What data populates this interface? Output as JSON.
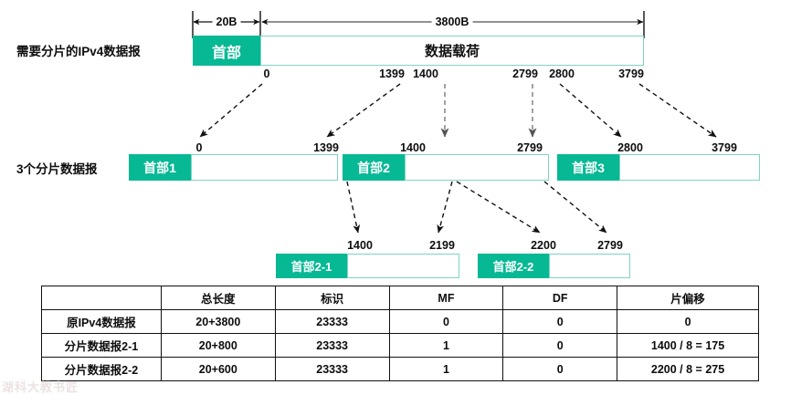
{
  "diagram": {
    "title_row1_label": "需要分片的IPv4数据报",
    "title_row2_label": "3个分片数据报",
    "dimensions": {
      "header_size": "20B",
      "payload_size": "3800B"
    },
    "original": {
      "header_label": "首部",
      "payload_label": "数据载荷",
      "offsets": [
        "0",
        "1399",
        "1400",
        "2799",
        "2800",
        "3799"
      ]
    },
    "fragments": [
      {
        "header_label": "首部1",
        "start": "0",
        "end": "1399"
      },
      {
        "header_label": "首部2",
        "start": "1400",
        "end": "2799"
      },
      {
        "header_label": "首部3",
        "start": "2800",
        "end": "3799"
      }
    ],
    "subfragments": [
      {
        "header_label": "首部2-1",
        "start": "1400",
        "end": "2199"
      },
      {
        "header_label": "首部2-2",
        "start": "2200",
        "end": "2799"
      }
    ]
  },
  "table": {
    "corner_label": "",
    "headers": [
      "总长度",
      "标识",
      "MF",
      "DF",
      "片偏移"
    ],
    "rows": [
      {
        "name": "原IPv4数据报",
        "cells": [
          "20+3800",
          "23333",
          "0",
          "0",
          "0"
        ]
      },
      {
        "name": "分片数据报2-1",
        "cells": [
          "20+800",
          "23333",
          "1",
          "0",
          "1400 / 8 = 175"
        ]
      },
      {
        "name": "分片数据报2-2",
        "cells": [
          "20+600",
          "23333",
          "1",
          "0",
          "2200 / 8 = 275"
        ]
      }
    ]
  },
  "colors": {
    "header_fill": "#07b894",
    "payload_border": "#7fd3c3",
    "text": "#0d0d0d",
    "arrow_black": "#111111",
    "arrow_gray": "#8a8a8a"
  },
  "watermark": {
    "text": "湖科大教书匠"
  }
}
